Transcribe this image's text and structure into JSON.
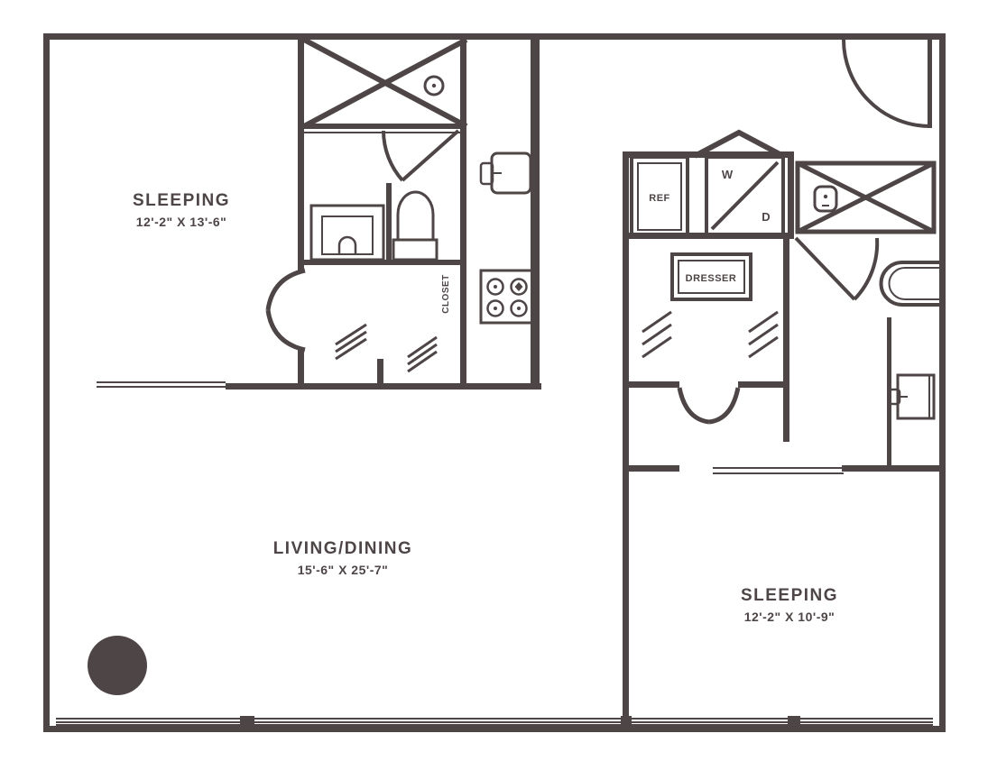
{
  "colors": {
    "wall": "#4e4546",
    "background": "#ffffff"
  },
  "rooms": {
    "sleeping_1": {
      "label": "SLEEPING",
      "dimensions": "12'-2\" X 13'-6\""
    },
    "living_dining": {
      "label": "LIVING/DINING",
      "dimensions": "15'-6\" X 25'-7\""
    },
    "sleeping_2": {
      "label": "SLEEPING",
      "dimensions": "12'-2\" X 10'-9\""
    }
  },
  "fixtures": {
    "refrigerator": "REF",
    "washer": "W",
    "dryer": "D",
    "dresser": "DRESSER",
    "closet": "CLOSET"
  }
}
